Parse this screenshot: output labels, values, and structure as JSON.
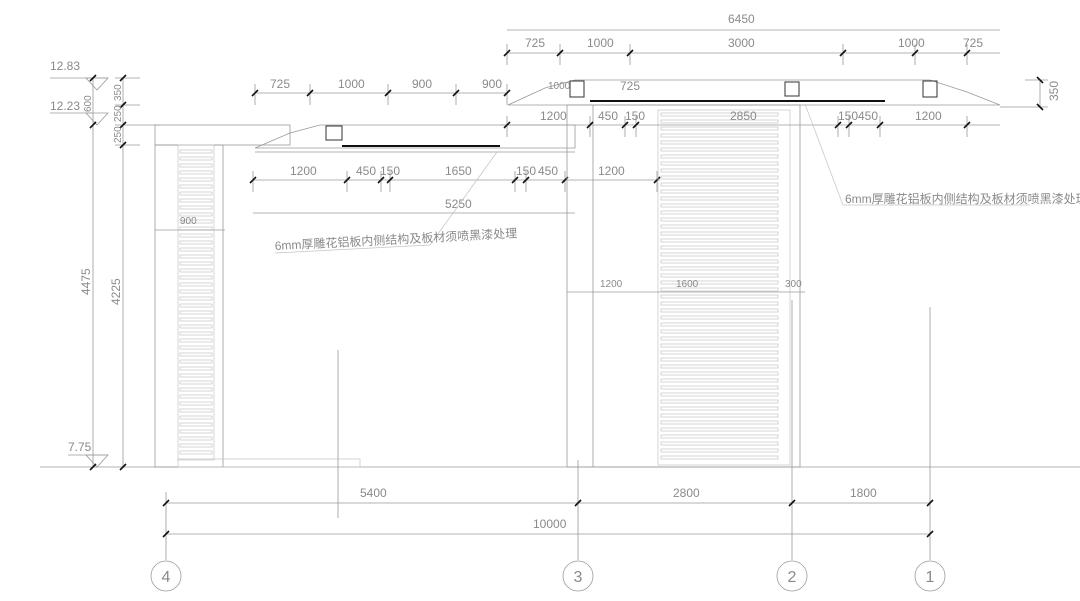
{
  "elevations": {
    "top": "12.83",
    "mid": "12.23",
    "ground": "7.75"
  },
  "vertical_dims": {
    "total": "4475",
    "column": "4225",
    "d600": "600",
    "d350": "350",
    "d250a": "250",
    "d250b": "250"
  },
  "upper_canopy": {
    "overall": "6450",
    "top_segments": [
      "725",
      "1000",
      "3000",
      "1000",
      "725"
    ],
    "bottom_segments": [
      "1200",
      "450",
      "150",
      "2850",
      "150",
      "450",
      "1200"
    ],
    "height": "350",
    "inner_labels": [
      "1000",
      "725"
    ]
  },
  "lower_canopy": {
    "top_segments": [
      "725",
      "1000",
      "900",
      "900"
    ],
    "bottom_segments": [
      "1200",
      "450",
      "150",
      "1650",
      "150",
      "450",
      "1200"
    ],
    "overall": "5250"
  },
  "note_text": "6mm厚雕花铝板内侧结构及板材须喷黑漆处理",
  "column_labels": {
    "left_width": "900",
    "right_a": "1200",
    "right_b": "1600",
    "right_c": "300"
  },
  "axis_dims": {
    "segments": [
      "5400",
      "2800",
      "1800"
    ],
    "total": "10000"
  },
  "axes": [
    "4",
    "3",
    "2",
    "1"
  ]
}
